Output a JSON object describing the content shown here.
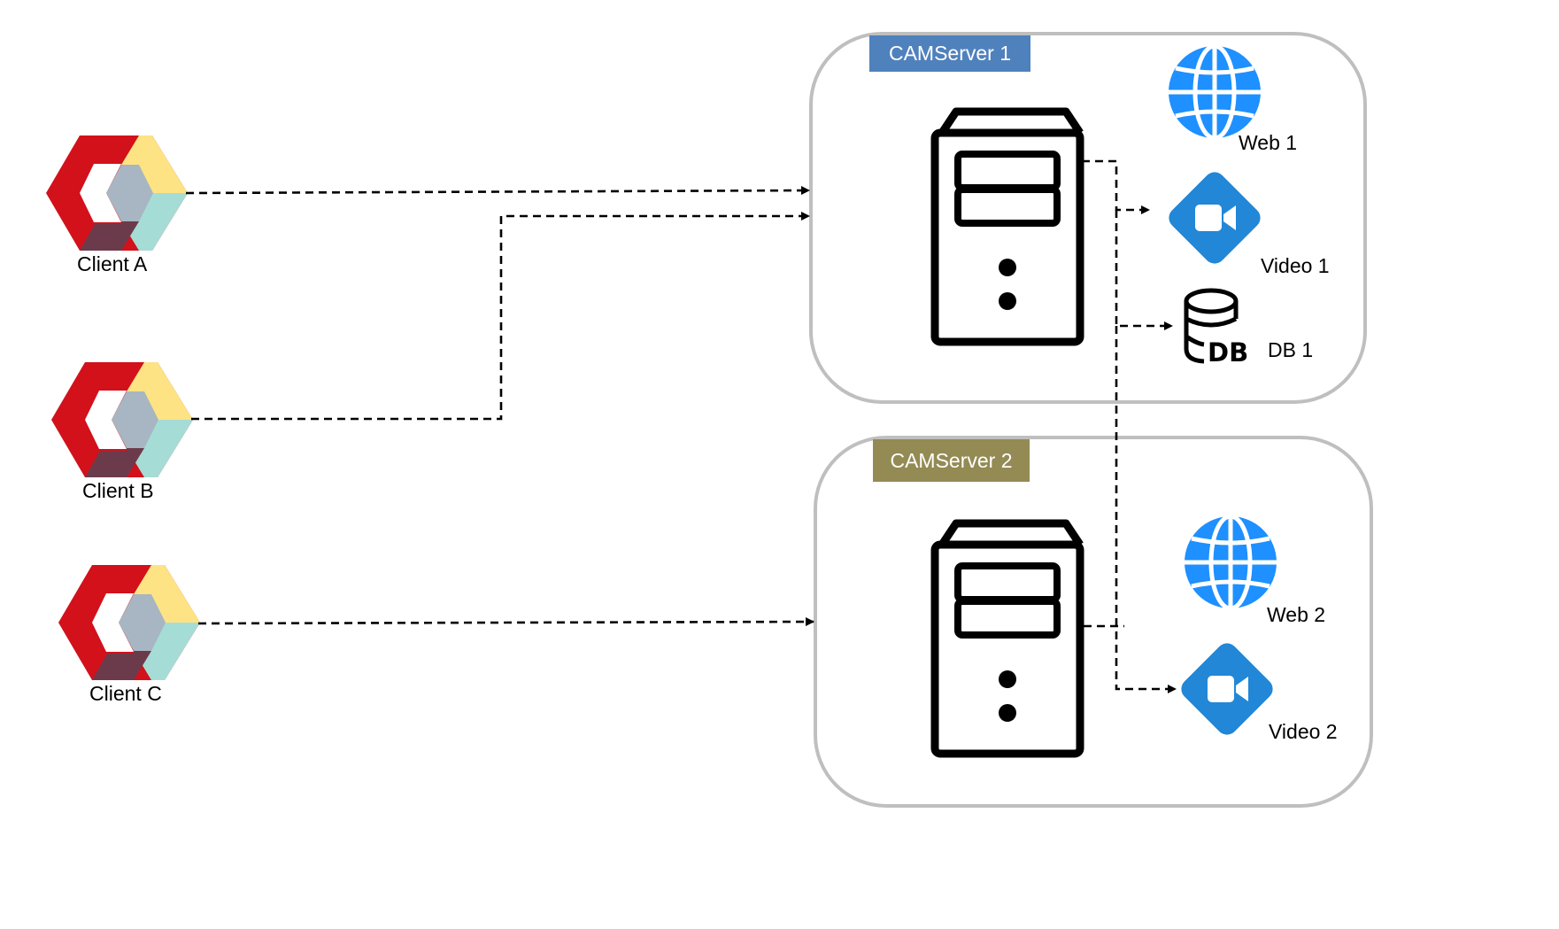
{
  "clients": [
    {
      "id": "client-a",
      "label": "Client A"
    },
    {
      "id": "client-b",
      "label": "Client B"
    },
    {
      "id": "client-c",
      "label": "Client C"
    }
  ],
  "servers": [
    {
      "id": "camserver-1",
      "label": "CAMServer 1",
      "badge_color": "#4f81bd",
      "services": [
        {
          "type": "web",
          "label": "Web 1"
        },
        {
          "type": "video",
          "label": "Video 1"
        },
        {
          "type": "db",
          "label": "DB 1",
          "icon_text": "DB"
        }
      ]
    },
    {
      "id": "camserver-2",
      "label": "CAMServer 2",
      "badge_color": "#948a54",
      "services": [
        {
          "type": "web",
          "label": "Web 2"
        },
        {
          "type": "video",
          "label": "Video 2"
        }
      ]
    }
  ],
  "colors": {
    "logo_red": "#d2111b",
    "logo_yellow": "#fde383",
    "logo_teal": "#a6dcd6",
    "logo_slate": "#a7b6c2",
    "logo_plum": "#6c3b4b",
    "globe_blue": "#1e90ff",
    "video_blue": "#2287d6",
    "container_border": "#bfbfbf",
    "connector": "#000000"
  }
}
